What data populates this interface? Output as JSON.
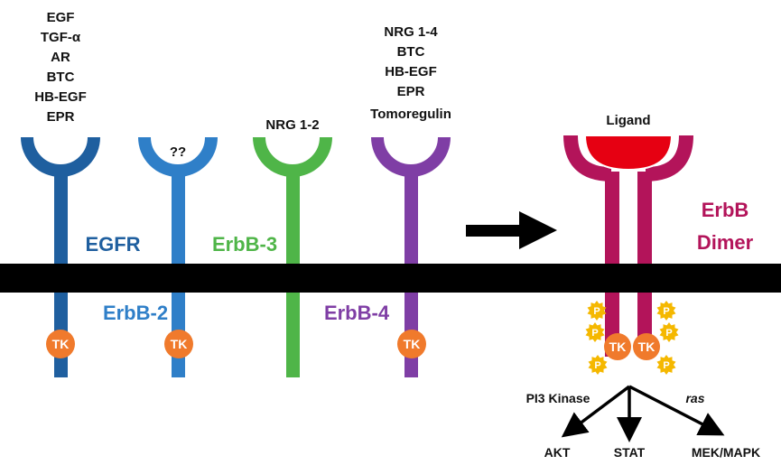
{
  "colors": {
    "egfr": "#1f5f9f",
    "erbb2": "#2f7fc8",
    "erbb3": "#4fb548",
    "erbb4": "#7f3ea5",
    "dimer": "#b3145a",
    "ligand_cap": "#e60012",
    "tk": "#f07a2c",
    "phospho": "#f5b800",
    "membrane": "#000000"
  },
  "receptors": [
    {
      "name": "EGFR",
      "ligands": [
        "EGF",
        "TGF-α",
        "AR",
        "BTC",
        "HB-EGF",
        "EPR"
      ],
      "tk": "TK"
    },
    {
      "name": "ErbB-2",
      "ligands": [
        "??"
      ],
      "tk": "TK"
    },
    {
      "name": "ErbB-3",
      "ligands": [
        "NRG 1-2"
      ],
      "tk": ""
    },
    {
      "name": "ErbB-4",
      "ligands": [
        "NRG 1-4",
        "BTC",
        "HB-EGF",
        "EPR",
        "Tomoregulin"
      ],
      "tk": "TK"
    }
  ],
  "dimer": {
    "ligand_label": "Ligand",
    "name_line1": "ErbB",
    "name_line2": "Dimer",
    "tk_left": "TK",
    "tk_right": "TK",
    "phospho_label": "P"
  },
  "signaling": {
    "pi3k_label": "PI3 Kinase",
    "ras_label": "ras",
    "outputs": [
      "AKT",
      "STAT",
      "MEK/MAPK"
    ]
  }
}
